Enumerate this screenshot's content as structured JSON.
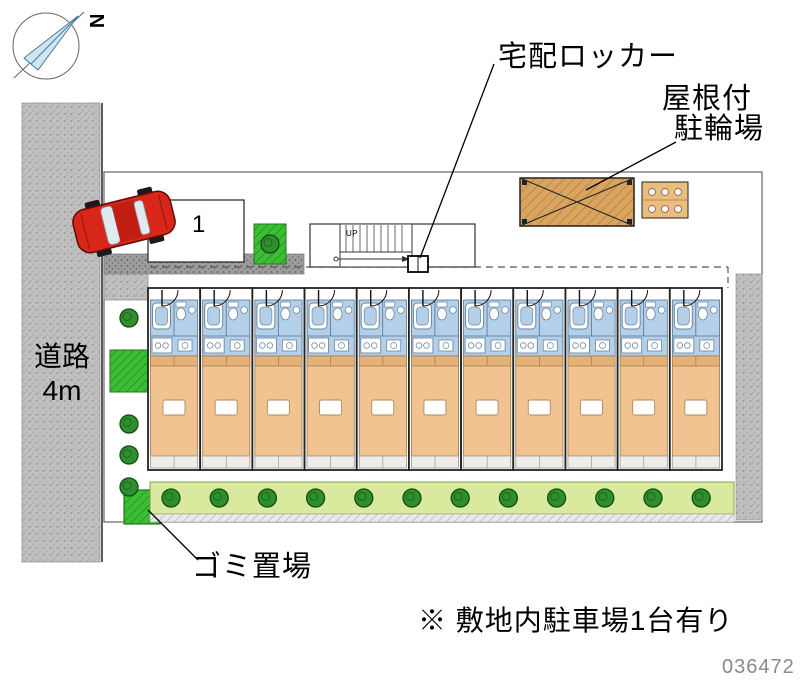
{
  "compass": {
    "label": "N"
  },
  "road": {
    "name": "道路",
    "width": "4m"
  },
  "parking": {
    "space_number": "1"
  },
  "stairs": {
    "direction": "UP"
  },
  "callouts": {
    "delivery_locker": "宅配ロッカー",
    "covered_bicycle_line1": "屋根付",
    "covered_bicycle_line2": "駐輪場",
    "garbage_area": "ゴミ置場"
  },
  "notes": {
    "parking_note": "※ 敷地内駐車場1台有り"
  },
  "plan_number": "036472",
  "building": {
    "unit_count": 11
  },
  "colors": {
    "unit_wet_area": "#b3d0e8",
    "unit_room": "#f1c390",
    "unit_closet": "#e4b278",
    "bicycle_parking": "#d9a45f",
    "greenery": "#2f8f2f",
    "hedge_strip": "#d9ea9e",
    "garbage_green": "#3dbd33",
    "road": "#bfbfbf",
    "car": "#d9261a"
  }
}
